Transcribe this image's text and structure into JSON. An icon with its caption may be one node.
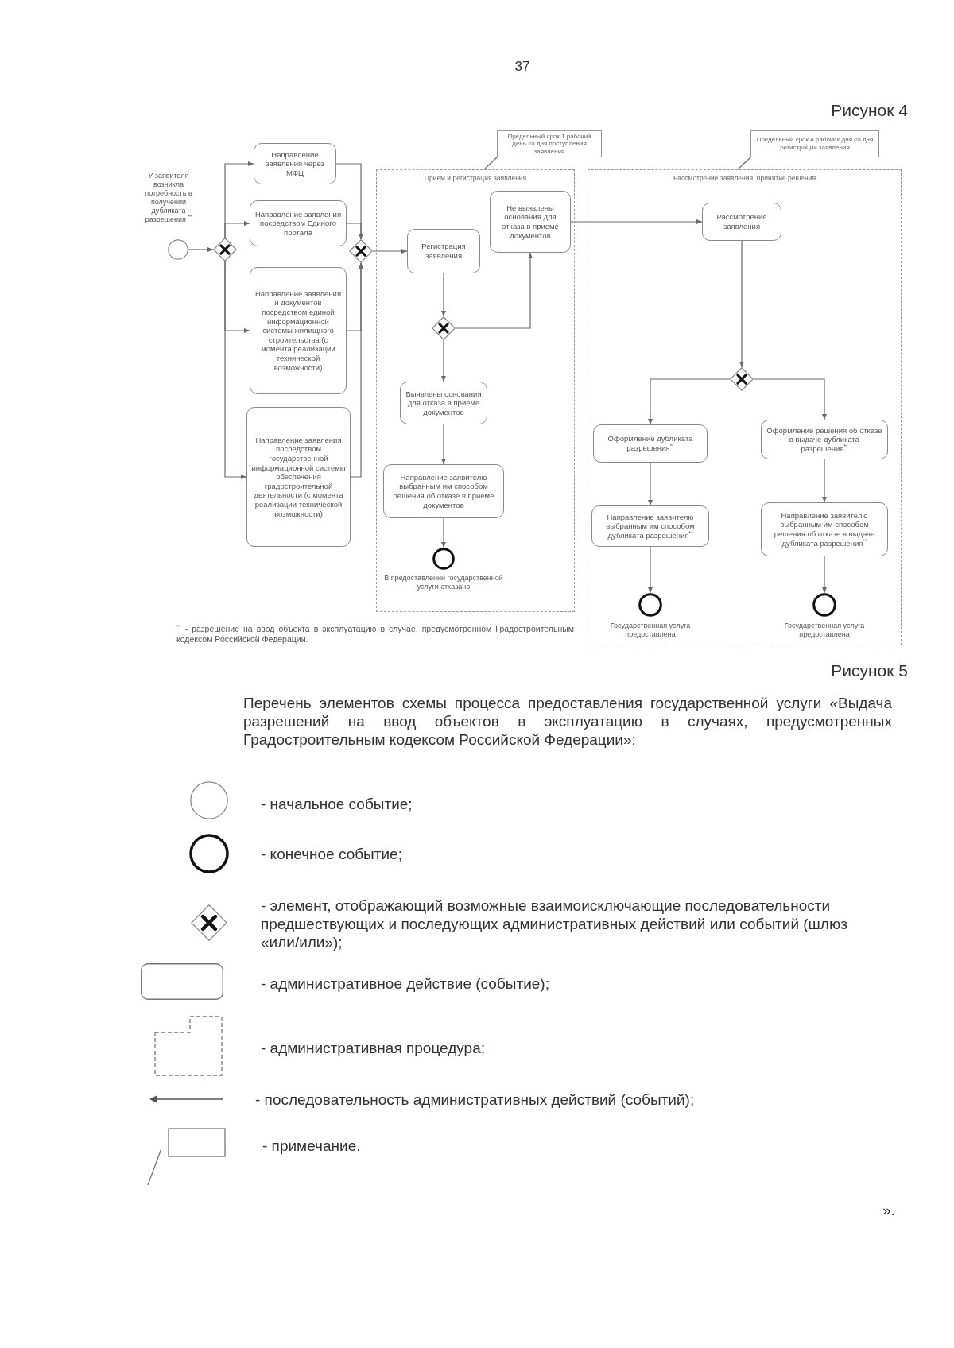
{
  "diagram": {
    "nodes": [
      {
        "text": [],
        "shape": "circle",
        "beside": [
          "У заявителя возникла потребность в получении дубликата разрешения $^{**}$"
        ]
      },
      {
        "text": [],
        "shape": "diamond"
      },
      {
        "text": [
          "Направление заявления через МФЦ"
        ]
      },
      {
        "text": [
          "Направление заявления посредством Единого портала"
        ]
      },
      {
        "text": [
          "Направление заявления и документов посредством единой информационной системы жилищного строительства (с момента реализации технической возможности)"
        ]
      },
      {
        "text": [
          "Направление заявления посредством государственной информационной системы обеспечения градостроительной деятельности (с момента реализации технической возможности)"
        ]
      },
      {
        "text": [],
        "shape": "diamond"
      },
      {
        "text": [
          "Предельный срок 1 рабочий день со дня поступления заявления"
        ]
      },
      {
        "text": [
          "Прием и регистрация заявления"
        ]
      },
      {
        "text": [
          "Регистрация заявления"
        ],
        "in": 8
      },
      {
        "text": [
          "Не выявлены основания для отказа в приеме документов"
        ],
        "in": 8
      },
      {
        "text": [],
        "shape": "diamond",
        "in": 8
      },
      {
        "text": [
          "Выявлены основания для отказа в приеме документов"
        ],
        "in": 8
      },
      {
        "text": [
          "Направление заявителю выбранным им способом решения об отказе в приеме документов"
        ],
        "in": 8
      },
      {
        "text": [],
        "shape": "circle",
        "in": 8,
        "beside": [
          "В предоставлении государственной услуги отказано"
        ]
      },
      {
        "text": [
          "Предельный срок 4 рабочих дня со дня регистрации заявления"
        ]
      },
      {
        "text": [
          "Рассмотрение заявления, принятие решения"
        ]
      },
      {
        "text": [
          "Рассмотрение заявления"
        ],
        "in": 16
      },
      {
        "text": [],
        "shape": "diamond",
        "in": 16
      },
      {
        "text": [
          "Оформление дубликата разрешения$^{**}$"
        ],
        "in": 16
      },
      {
        "text": [
          "Оформление решения об отказе в выдаче дубликата разрешения$^{**}$"
        ],
        "in": 16
      },
      {
        "text": [
          "Направление заявителю выбранным им способом дубликата разрешения$^{**}$"
        ],
        "in": 16
      },
      {
        "text": [
          "Направление заявителю выбранным им способом решения об отказе в выдаче дубликата разрешения$^{**}$"
        ],
        "in": 16
      },
      {
        "text": [],
        "shape": "circle",
        "in": 16,
        "beside": [
          "Государственная услуга предоставлена"
        ]
      },
      {
        "text": [],
        "shape": "circle",
        "in": 16,
        "beside": [
          "Государственная услуга предоставлена"
        ]
      }
    ],
    "edges": [
      {
        "from": 0,
        "to": 1,
        "arrow": "to"
      },
      {
        "from": 1,
        "to": 2,
        "arrow": "to"
      },
      {
        "from": 1,
        "to": 3,
        "arrow": "to"
      },
      {
        "from": 1,
        "to": 4,
        "arrow": "to"
      },
      {
        "from": 1,
        "to": 5,
        "arrow": "to"
      },
      {
        "from": 2,
        "to": 6,
        "arrow": "to"
      },
      {
        "from": 3,
        "to": 6,
        "arrow": "to"
      },
      {
        "from": 4,
        "to": 6,
        "arrow": "to"
      },
      {
        "from": 5,
        "to": 6,
        "arrow": "to"
      },
      {
        "from": 6,
        "to": 9,
        "arrow": "to"
      },
      {
        "from": 9,
        "to": 11,
        "arrow": "to"
      },
      {
        "from": 11,
        "to": 10,
        "arrow": "to"
      },
      {
        "from": 11,
        "to": 12,
        "arrow": "to"
      },
      {
        "from": 12,
        "to": 13,
        "arrow": "to"
      },
      {
        "from": 13,
        "to": 14,
        "arrow": "to"
      },
      {
        "from": 10,
        "to": 17,
        "arrow": "to"
      },
      {
        "from": 17,
        "to": 18,
        "arrow": "to"
      },
      {
        "from": 18,
        "to": 19,
        "arrow": "to"
      },
      {
        "from": 18,
        "to": 20,
        "arrow": "to"
      },
      {
        "from": 19,
        "to": 21,
        "arrow": "to"
      },
      {
        "from": 20,
        "to": 22,
        "arrow": "to"
      },
      {
        "from": 21,
        "to": 23,
        "arrow": "to"
      },
      {
        "from": 22,
        "to": 24,
        "arrow": "to"
      },
      {
        "from": 7,
        "to": 8,
        "arrow": "none"
      },
      {
        "from": 15,
        "to": 16,
        "arrow": "none"
      }
    ],
    "labels": [
      "37",
      "Рисунок 4",
      "$^{**}$ - разрешение на ввод объекта в эксплуатацию в случае, предусмотренном Градостроительным кодексом Российской Федерации.",
      "Рисунок 5",
      "Перечень элементов схемы процесса предоставления государственной услуги «Выдача разрешений на ввод объектов в эксплуатацию в случаях, предусмотренных Градостроительным кодексом Российской Федерации»:",
      "»."
    ],
    "legend": [
      {
        "text": "- начальное событие;"
      },
      {
        "text": "- конечное событие;"
      },
      {
        "text": "- элемент, отображающий возможные взаимоисключающие последовательности предшествующих и последующих административных действий или событий (шлюз «или/или»);"
      },
      {
        "text": "- административное действие (событие);"
      },
      {
        "text": "- административная процедура;"
      },
      {
        "text": "- последовательность административных действий (событий);"
      },
      {
        "text": "- примечание."
      }
    ]
  }
}
